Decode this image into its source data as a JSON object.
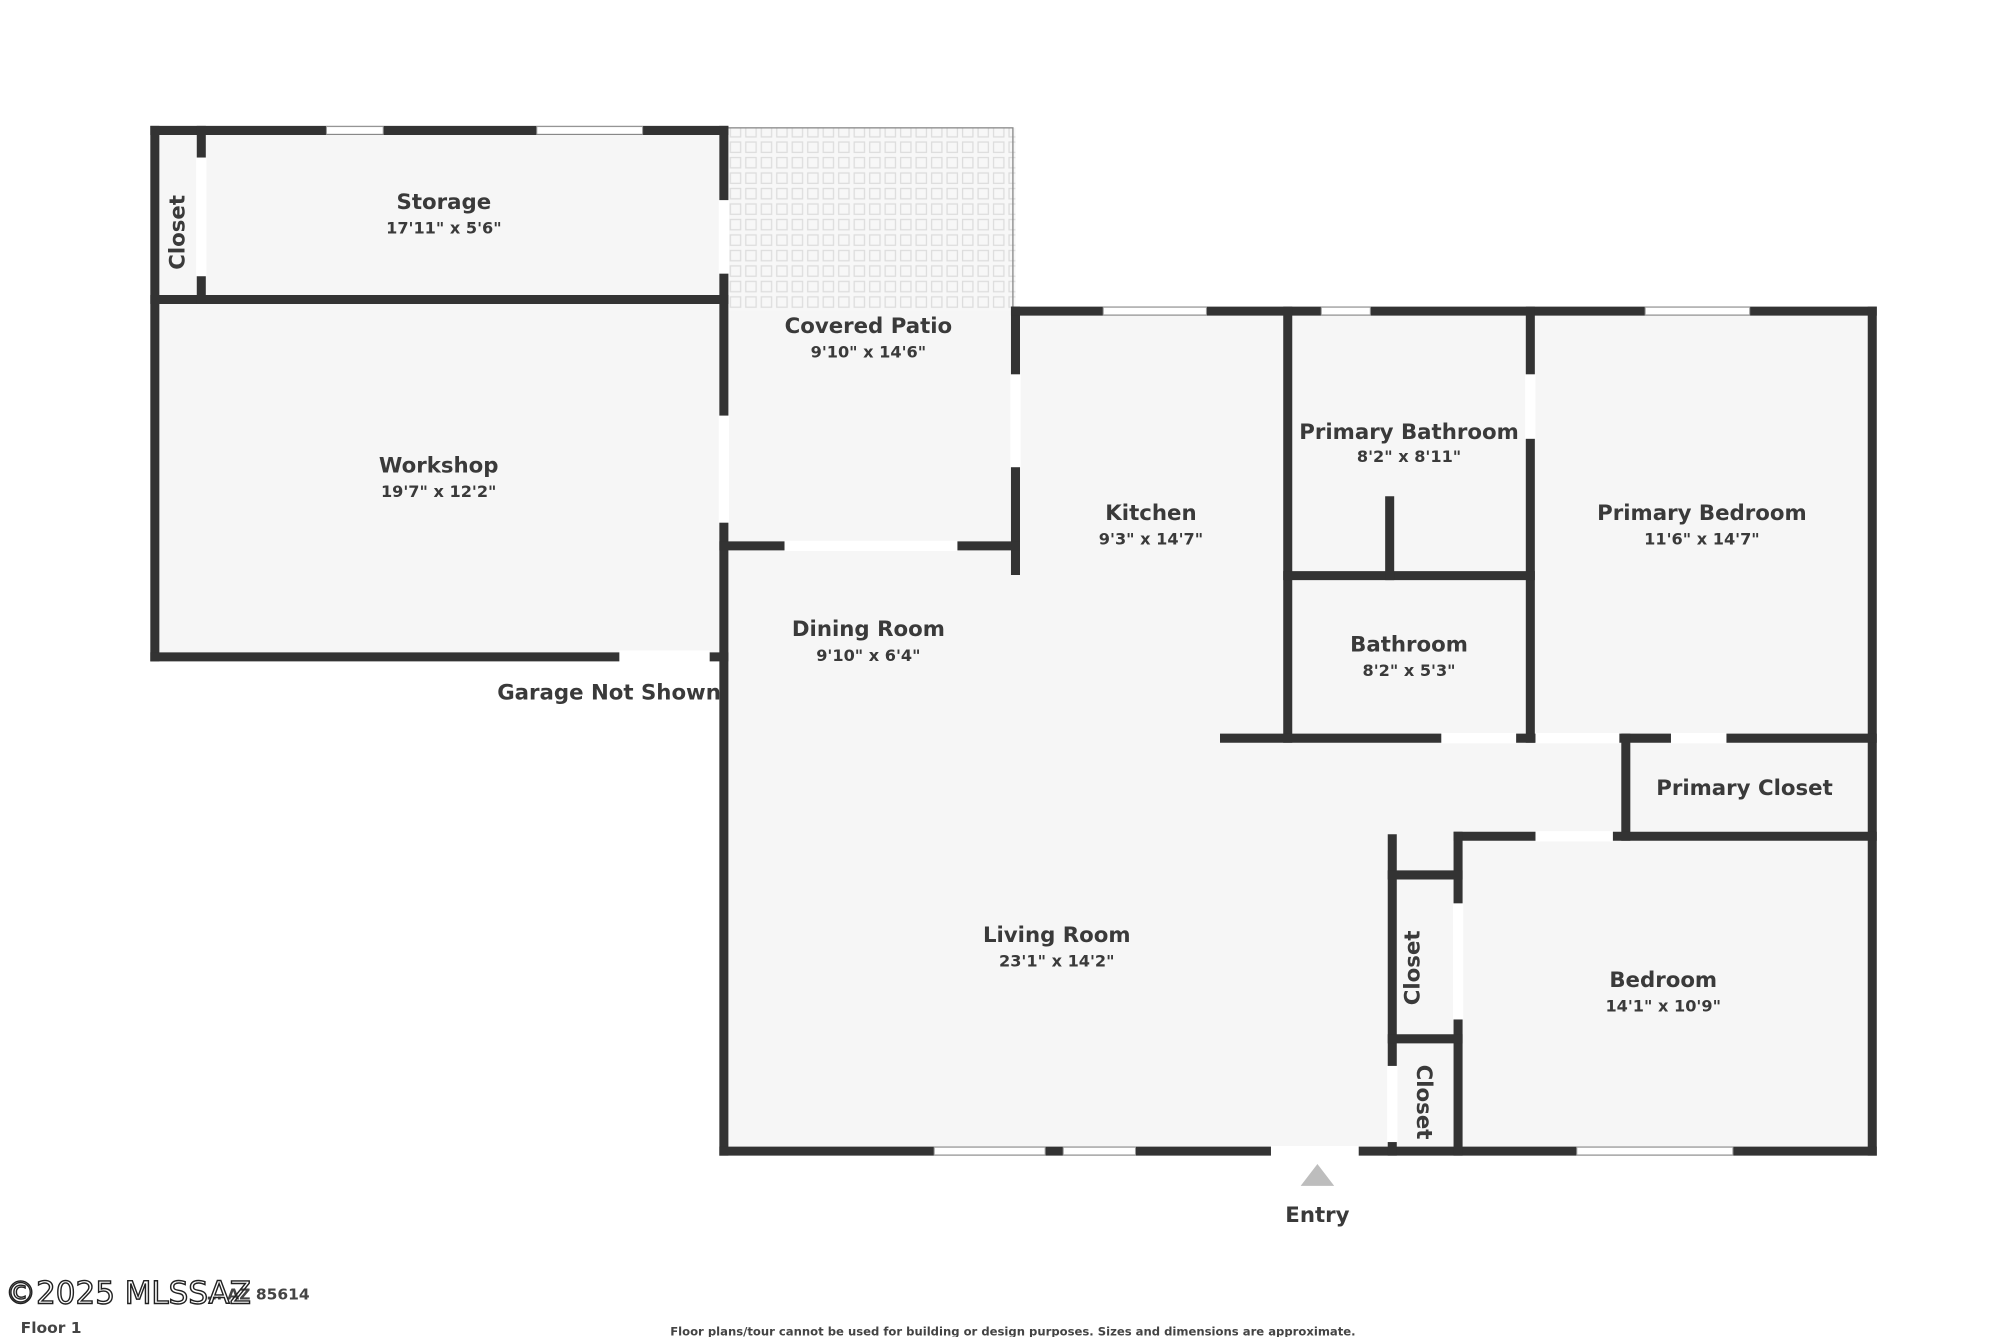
{
  "rooms": {
    "storage": {
      "name": "Storage",
      "dims": "17'11\" x 5'6\""
    },
    "storage_closet": {
      "name": "Closet"
    },
    "workshop": {
      "name": "Workshop",
      "dims": "19'7\" x 12'2\""
    },
    "covered_patio": {
      "name": "Covered Patio",
      "dims": "9'10\" x 14'6\""
    },
    "kitchen": {
      "name": "Kitchen",
      "dims": "9'3\" x 14'7\""
    },
    "dining_room": {
      "name": "Dining Room",
      "dims": "9'10\" x 6'4\""
    },
    "primary_bathroom": {
      "name": "Primary Bathroom",
      "dims": "8'2\" x 8'11\""
    },
    "bathroom": {
      "name": "Bathroom",
      "dims": "8'2\" x 5'3\""
    },
    "primary_bedroom": {
      "name": "Primary Bedroom",
      "dims": "11'6\" x 14'7\""
    },
    "primary_closet": {
      "name": "Primary Closet"
    },
    "living_room": {
      "name": "Living Room",
      "dims": "23'1\" x 14'2\""
    },
    "bedroom": {
      "name": "Bedroom",
      "dims": "14'1\" x 10'9\""
    },
    "closet_upper": {
      "name": "Closet"
    },
    "closet_lower": {
      "name": "Closet"
    }
  },
  "labels": {
    "garage_note": "Garage Not Shown",
    "entry": "Entry",
    "address": "… AZ 85614",
    "floor": "Floor 1",
    "disclaimer": "Floor plans/tour cannot be used for building or design purposes. Sizes and dimensions are approximate."
  },
  "watermark": "©2025 MLSSAZ",
  "colors": {
    "wall": "#333333",
    "floor": "#f6f6f6",
    "entry_arrow": "#bdbdbd"
  }
}
